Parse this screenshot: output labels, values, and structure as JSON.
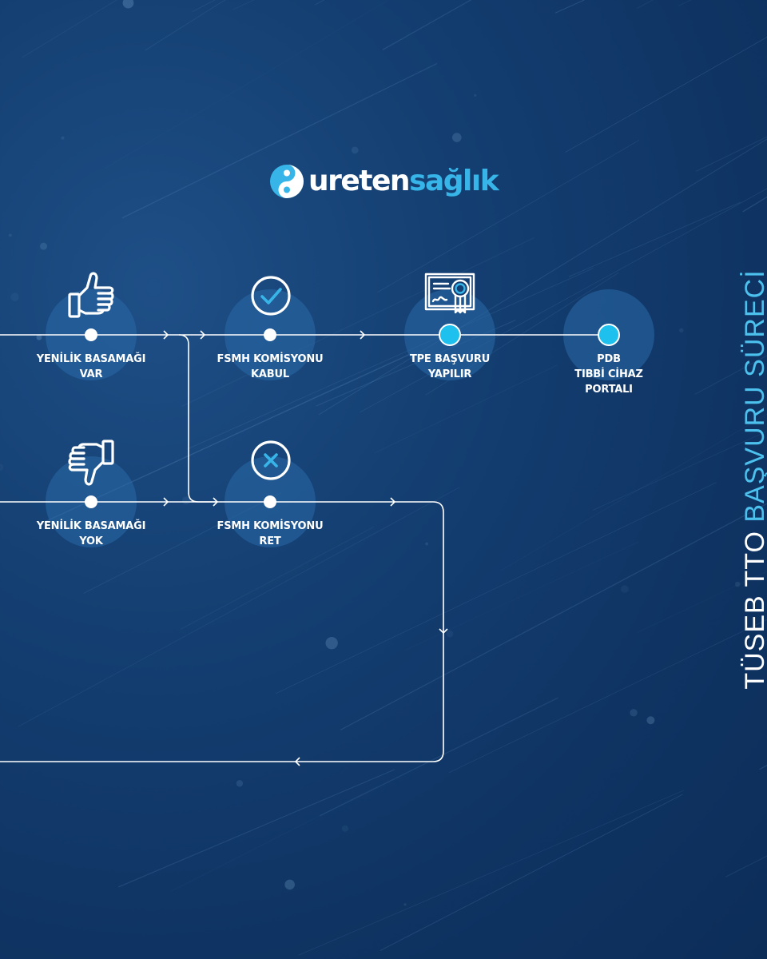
{
  "brand": {
    "part1": "ureten",
    "part2": "sağlık",
    "icon": "ureten-logo-icon"
  },
  "side_title": {
    "part1": "TÜSEB TTO ",
    "part2": "BAŞVURU SÜRECİ"
  },
  "steps": [
    {
      "id": "yenilik-var",
      "lines": [
        "YENİLİK BASAMAĞI",
        "VAR"
      ],
      "icon": "thumbs-up-icon"
    },
    {
      "id": "fsmh-kabul",
      "lines": [
        "FSMH KOMİSYONU",
        "KABUL"
      ],
      "icon": "check-circle-icon"
    },
    {
      "id": "tpe-basvuru",
      "lines": [
        "TPE BAŞVURU",
        "YAPILIR"
      ],
      "icon": "certificate-icon"
    },
    {
      "id": "pdb",
      "lines": [
        "PDB",
        "TIBBİ CİHAZ",
        "PORTALI"
      ],
      "icon": ""
    },
    {
      "id": "yenilik-yok",
      "lines": [
        "YENİLİK BASAMAĞI",
        "YOK"
      ],
      "icon": "thumbs-down-icon"
    },
    {
      "id": "fsmh-ret",
      "lines": [
        "FSMH KOMİSYONU",
        "RET"
      ],
      "icon": "x-circle-icon"
    }
  ],
  "colors": {
    "background": "#123a6c",
    "line": "#ffffff",
    "accent": "#38b5e8",
    "node_active": "#1ec0ee",
    "halo": "#2a6aa8"
  }
}
